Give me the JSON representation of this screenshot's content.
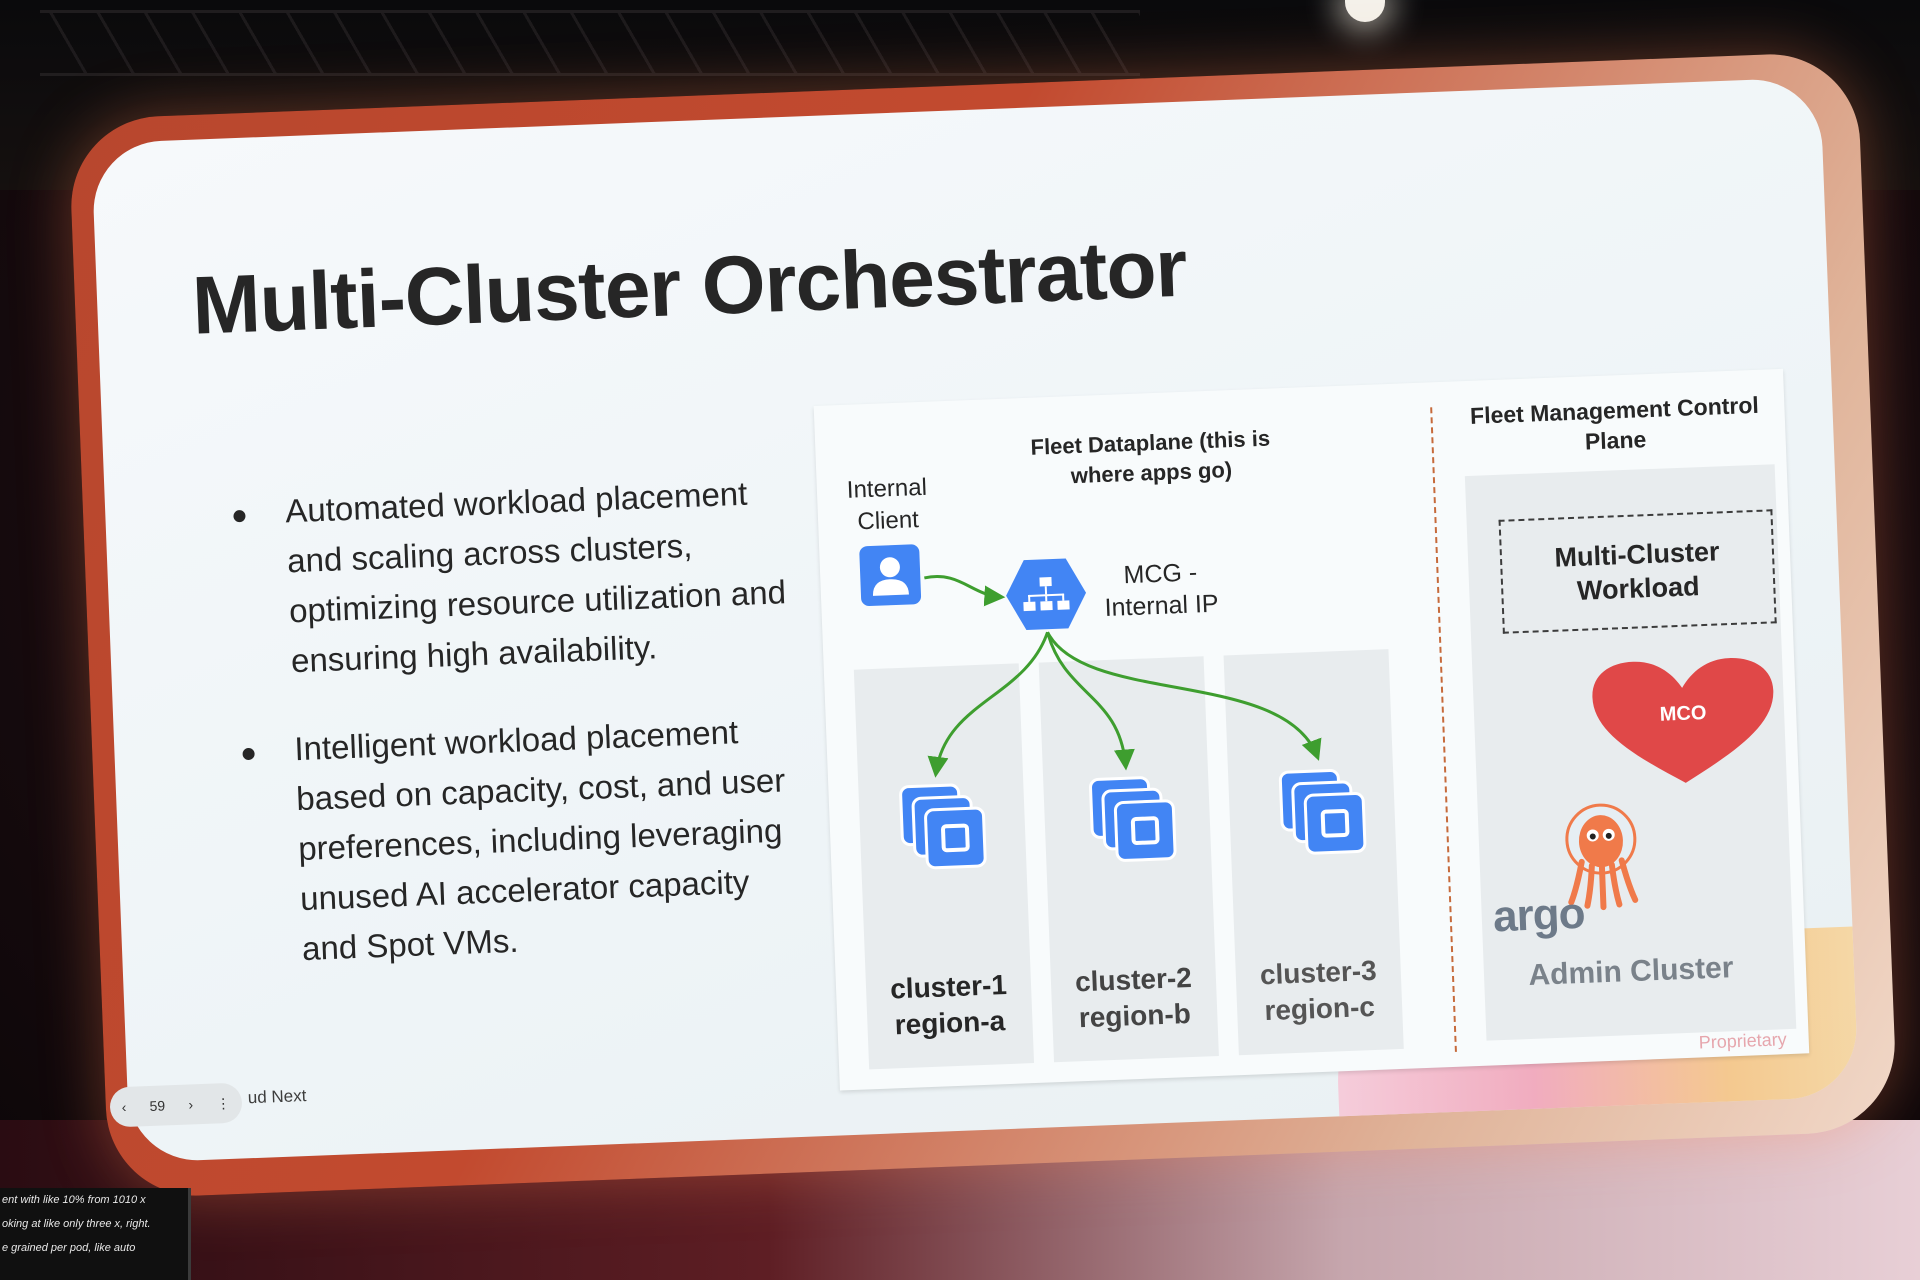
{
  "slide": {
    "title": "Multi-Cluster Orchestrator",
    "bullets": [
      "Automated workload placement and scaling across clusters, optimizing resource utilization and ensuring high availability.",
      "Intelligent workload placement based on capacity, cost, and user preferences, including leveraging unused AI accelerator capacity and Spot VMs."
    ],
    "diagram": {
      "dataplane_title": "Fleet Dataplane (this is where apps go)",
      "client_label": "Internal Client",
      "mcg_label": "MCG - Internal IP",
      "clusters": [
        {
          "name": "cluster-1",
          "region": "region-a"
        },
        {
          "name": "cluster-2",
          "region": "region-b"
        },
        {
          "name": "cluster-3",
          "region": "region-c"
        }
      ],
      "control_plane_title": "Fleet Management Control Plane",
      "workload_box": "Multi-Cluster Workload",
      "heart_label": "MCO",
      "argo_logo_text": "argo",
      "admin_cluster": "Admin Cluster"
    },
    "footer": "ud Next",
    "proprietary": "Proprietary"
  },
  "viewer": {
    "prev": "‹",
    "page": "59",
    "next": "›",
    "menu": "⋮"
  },
  "captions": [
    "ent with like 10% from 1010 x",
    "oking at like only three x, right.",
    "e grained per pod, like auto"
  ],
  "colors": {
    "google_blue": "#4285f4",
    "arrow_green": "#3e9e2f",
    "heart_red": "#e04848",
    "argo_orange": "#f07a4a",
    "divider_orange": "#c66a3b"
  }
}
